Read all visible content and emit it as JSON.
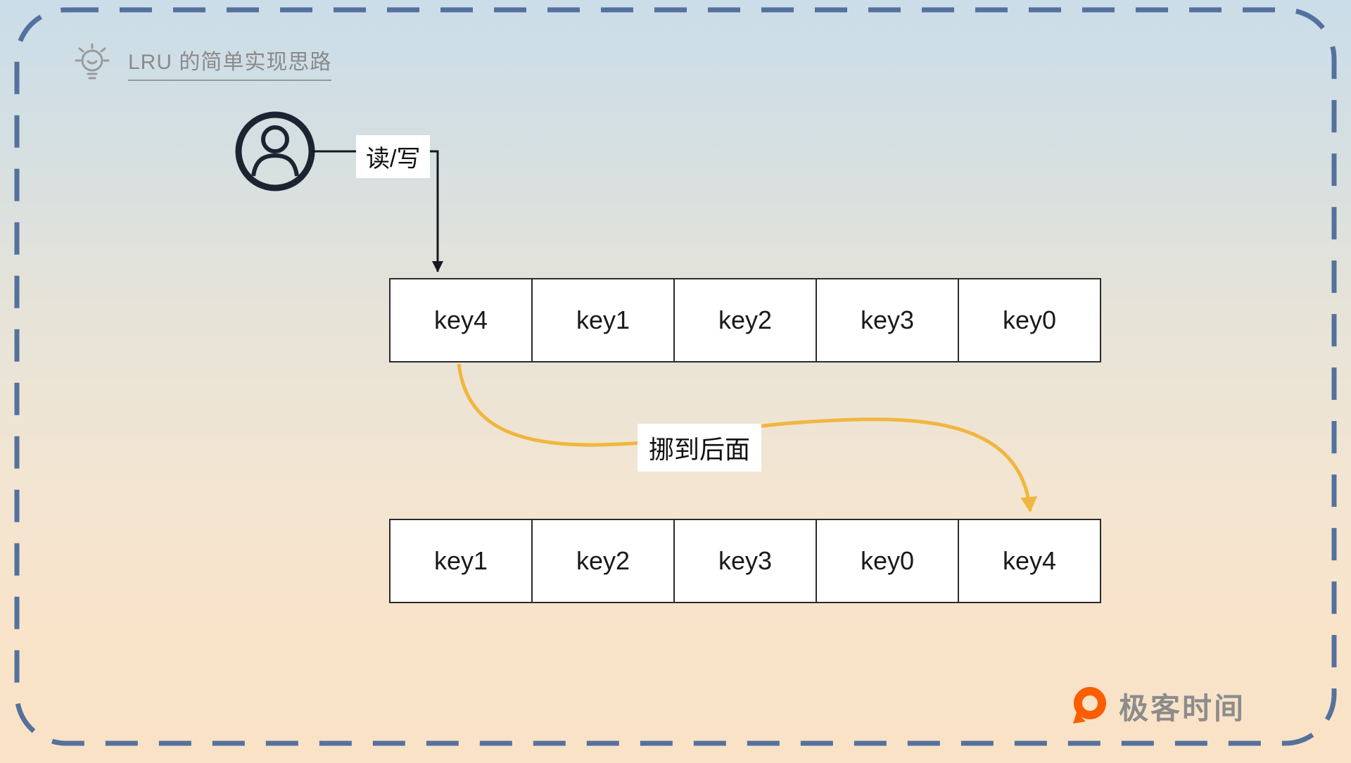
{
  "title": {
    "label": "LRU 的简单实现思路"
  },
  "actor": {
    "label": "读/写"
  },
  "arrays": {
    "before": {
      "cells": [
        "key4",
        "key1",
        "key2",
        "key3",
        "key0"
      ]
    },
    "after": {
      "cells": [
        "key1",
        "key2",
        "key3",
        "key0",
        "key4"
      ]
    }
  },
  "move_label": "挪到后面",
  "logo": {
    "label": "极客时间"
  },
  "icons": {
    "title_icon": "lightbulb-icon",
    "actor_icon": "user-icon",
    "flow_arrow": "down-arrow-icon",
    "move_arrow": "curved-yellow-arrow-icon",
    "logo_icon": "geektime-logo-icon"
  },
  "colors": {
    "border_dash": "#54719e",
    "black_arrow": "#15181d",
    "yellow_arrow": "#f0b63e",
    "logo_orange": "#fb5d00",
    "title_text": "#8a8a8a",
    "cell_border": "#2b2b2b",
    "bg_top": "#cbdde9",
    "bg_bottom": "#f9e2c5"
  }
}
